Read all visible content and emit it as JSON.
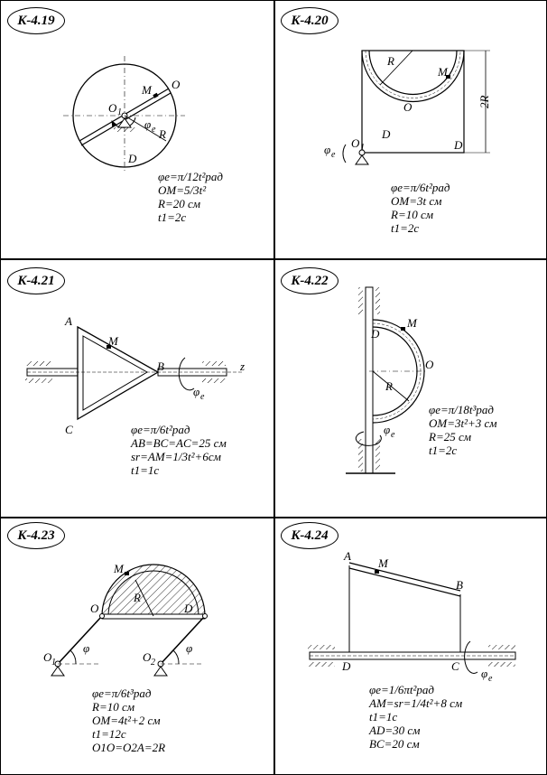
{
  "panels": [
    {
      "id": "K-4.19",
      "labels": {
        "O": "O",
        "O1": "O",
        "O1_sub": "1",
        "M": "M",
        "R": "R",
        "D": "D",
        "phi": "φ",
        "phi_sub": "e"
      },
      "params": [
        "φe=π/12t²рад",
        "OM=5/3t²",
        "R=20 см",
        "t1=2с"
      ]
    },
    {
      "id": "K-4.20",
      "labels": {
        "R": "R",
        "M": "M",
        "O": "O",
        "O1": "O",
        "O1_sub": "1",
        "D1": "D",
        "D2": "D",
        "twoR": "2R",
        "phi": "φ",
        "phi_sub": "e"
      },
      "params": [
        "φe=π/6t²рад",
        "OM=3t см",
        "R=10 см",
        "t1=2с"
      ]
    },
    {
      "id": "K-4.21",
      "labels": {
        "A": "A",
        "B": "B",
        "C": "C",
        "M": "M",
        "z": "z",
        "phi": "φ",
        "phi_sub": "e"
      },
      "params": [
        "φe=π/6t²рад",
        "AB=BC=AC=25 см",
        "sr=AM=1/3t²+6см",
        "t1=1с"
      ]
    },
    {
      "id": "K-4.22",
      "labels": {
        "D": "D",
        "M": "M",
        "O": "O",
        "R": "R",
        "phi": "φ",
        "phi_sub": "e"
      },
      "params": [
        "φe=π/18t³рад",
        "OM=3t²+3 см",
        "R=25 см",
        "t1=2с"
      ]
    },
    {
      "id": "K-4.23",
      "labels": {
        "M": "M",
        "R": "R",
        "O": "O",
        "D": "D",
        "O1": "O",
        "O1_sub": "1",
        "O2": "O",
        "O2_sub": "2",
        "phi1": "φ",
        "phi2": "φ"
      },
      "params": [
        "φe=π/6t³рад",
        "R=10 см",
        "OM=4t²+2 см",
        "t1=12с",
        "O1O=O2A=2R"
      ]
    },
    {
      "id": "K-4.24",
      "labels": {
        "A": "A",
        "M": "M",
        "B": "B",
        "D": "D",
        "C": "C",
        "phi": "φ",
        "phi_sub": "e"
      },
      "params": [
        "φe=1/6πt²рад",
        "AM=sr=1/4t²+8 см",
        "t1=1с",
        "AD=30 см",
        "BC=20 см"
      ]
    }
  ]
}
